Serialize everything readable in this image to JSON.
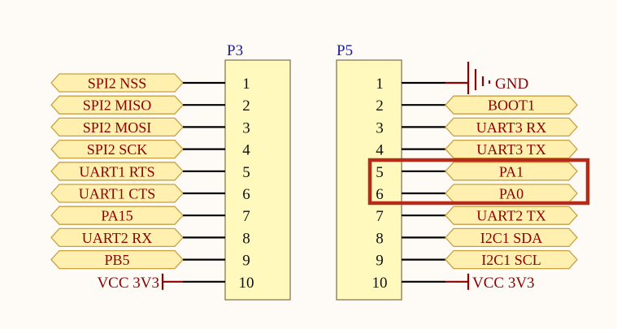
{
  "connectors": [
    {
      "ref": "P3",
      "pins": [
        "1",
        "2",
        "3",
        "4",
        "5",
        "6",
        "7",
        "8",
        "9",
        "10"
      ],
      "nets": [
        "SPI2_NSS",
        "SPI2_MISO",
        "SPI2_MOSI",
        "SPI2_SCK",
        "UART1_RTS",
        "UART1_CTS",
        "PA15",
        "UART2_RX",
        "PB5",
        "VCC_3V3"
      ]
    },
    {
      "ref": "P5",
      "pins": [
        "1",
        "2",
        "3",
        "4",
        "5",
        "6",
        "7",
        "8",
        "9",
        "10"
      ],
      "nets": [
        "GND",
        "BOOT1",
        "UART3_RX",
        "UART3_TX",
        "PA1",
        "PA0",
        "UART2_TX",
        "I2C1_SDA",
        "I2C1_SCL",
        "VCC_3V3"
      ]
    }
  ],
  "highlight_pins": [
    "5",
    "6"
  ],
  "colors": {
    "net_text": "#8b0000",
    "ref_text": "#1a1aa0",
    "highlight": "#b52b17",
    "flag_fill": "#fff0b0",
    "body_fill": "#fff9bd"
  }
}
